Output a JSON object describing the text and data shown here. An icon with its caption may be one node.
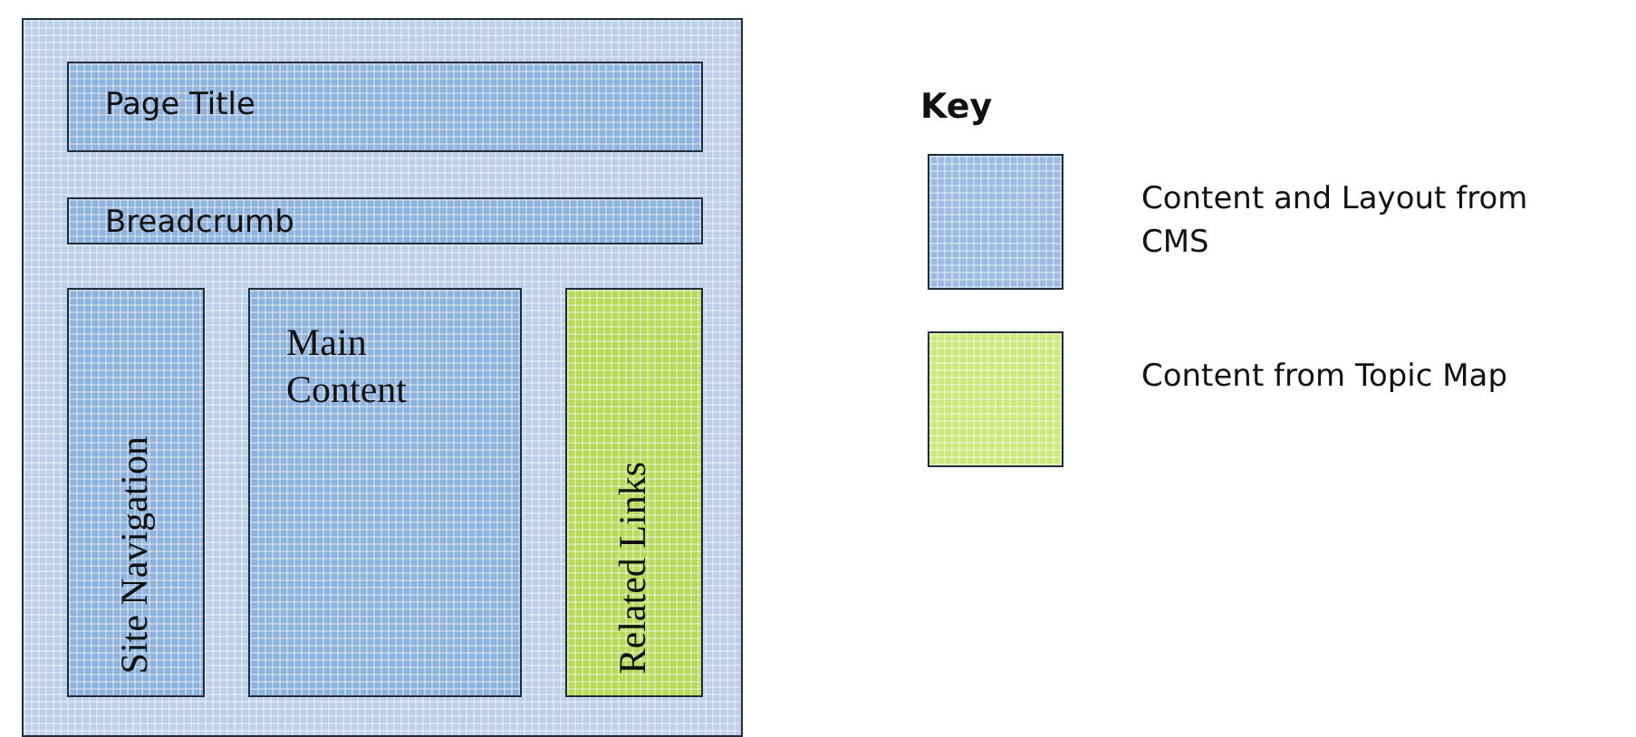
{
  "diagram": {
    "nodes": [
      {
        "text": [],
        "shape": "box"
      },
      {
        "text": [
          "Page Title"
        ],
        "in": 0
      },
      {
        "text": [
          "Breadcrumb"
        ],
        "in": 0
      },
      {
        "text": [
          "Site Navigation"
        ],
        "in": 0
      },
      {
        "text": [
          "Main Content"
        ],
        "in": 0
      },
      {
        "text": [
          "Related Links"
        ],
        "in": 0
      }
    ],
    "edges": [],
    "labels": [
      "Key"
    ],
    "legend": [
      {
        "text": "Content and Layout from CMS",
        "color": "#9dbbe0"
      },
      {
        "text": "Content from Topic Map",
        "color": "#cfe67a"
      }
    ]
  }
}
